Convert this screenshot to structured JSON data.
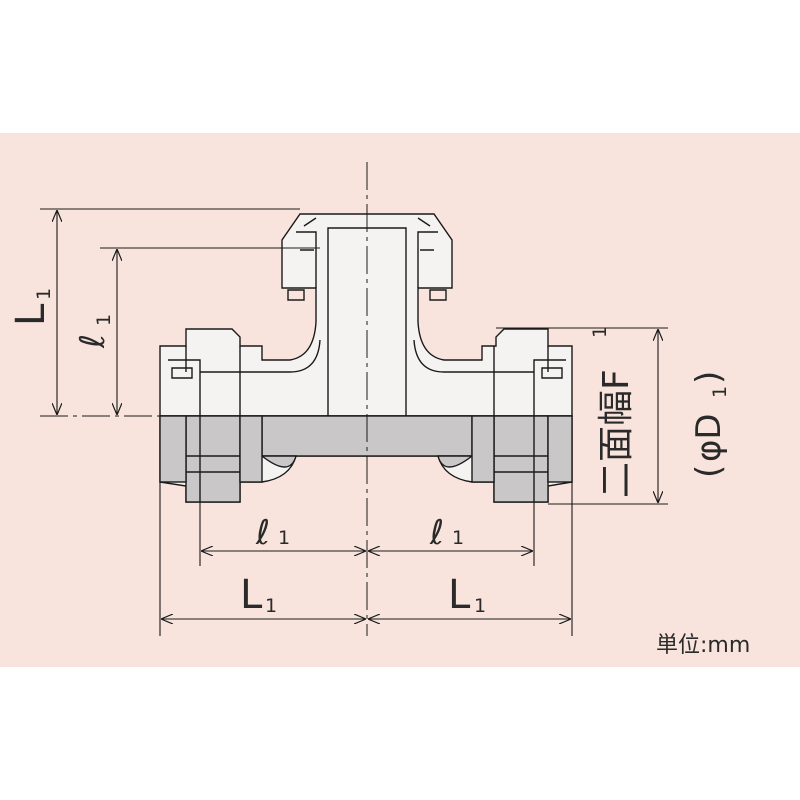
{
  "colors": {
    "background": "#f8e4dc",
    "outline": "#1a1a1a",
    "section_fill": "#c9c7c8",
    "body_fill": "#f5f3f2"
  },
  "labels": {
    "L_top": "L",
    "L_top_sub": "1",
    "l_top": "ℓ",
    "l_top_sub": "1",
    "l_left": "ℓ",
    "l_left_sub": "1",
    "l_right": "ℓ",
    "l_right_sub": "1",
    "L_left": "L",
    "L_left_sub": "1",
    "L_right": "L",
    "L_right_sub": "1",
    "width_across_flats": "二面幅F",
    "width_across_flats_sub": "1",
    "od_open": "(",
    "od_symbol": "φD",
    "od_sub": "1",
    "od_close": ")",
    "unit": "単位:mm"
  }
}
